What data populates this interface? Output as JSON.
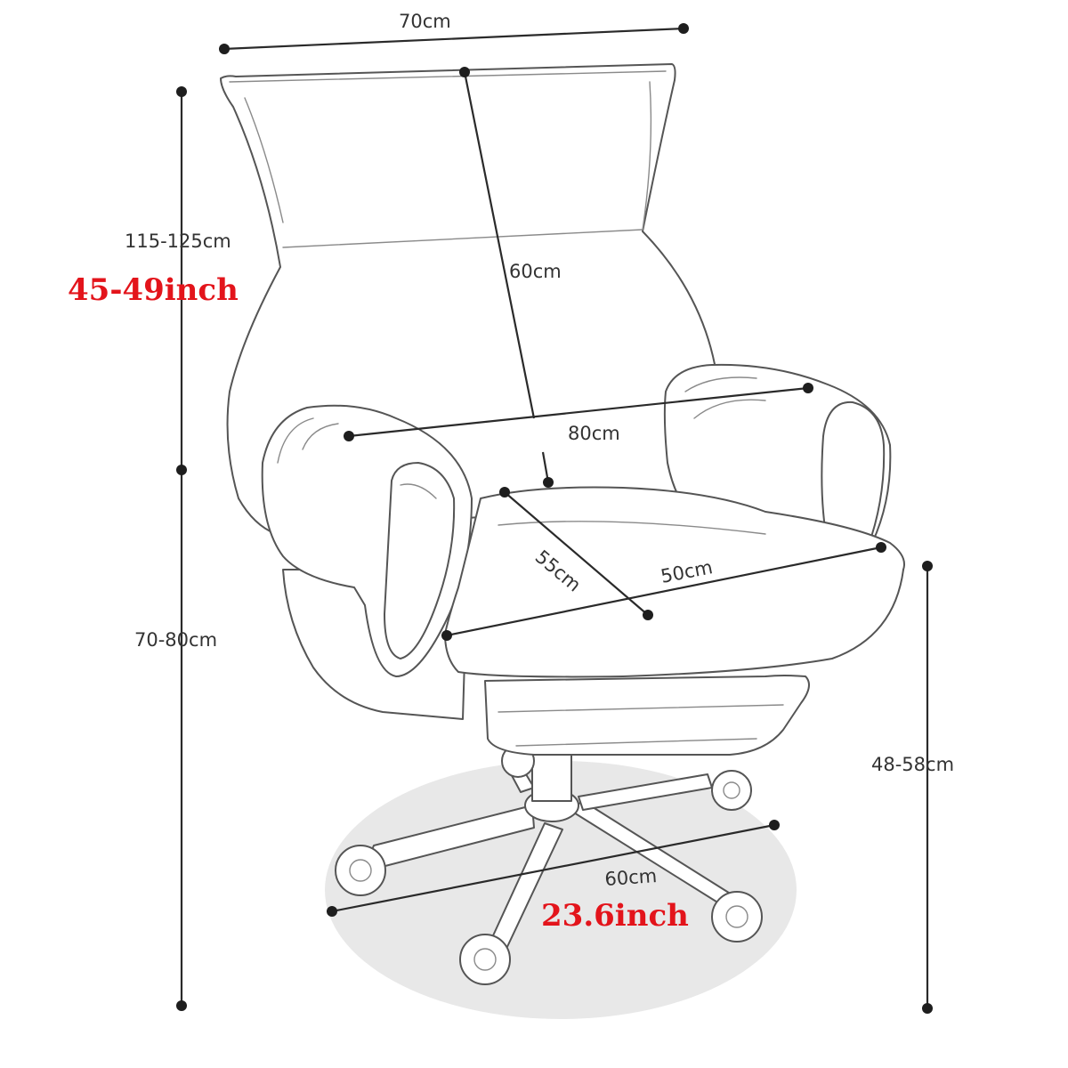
{
  "labels": {
    "width_top": "70cm",
    "total_height_cm": "115-125cm",
    "total_height_in": "45-49inch",
    "backrest_height": "60cm",
    "arm_width": "80cm",
    "seat_depth": "55cm",
    "seat_width": "50cm",
    "lower_height": "70-80cm",
    "seat_height": "48-58cm",
    "base_diameter_cm": "60cm",
    "base_diameter_in": "23.6inch"
  },
  "colors": {
    "inch_text": "#e3141b",
    "dimension_line": "#2a2a2a",
    "floor_shadow": "#e6e6e6"
  }
}
